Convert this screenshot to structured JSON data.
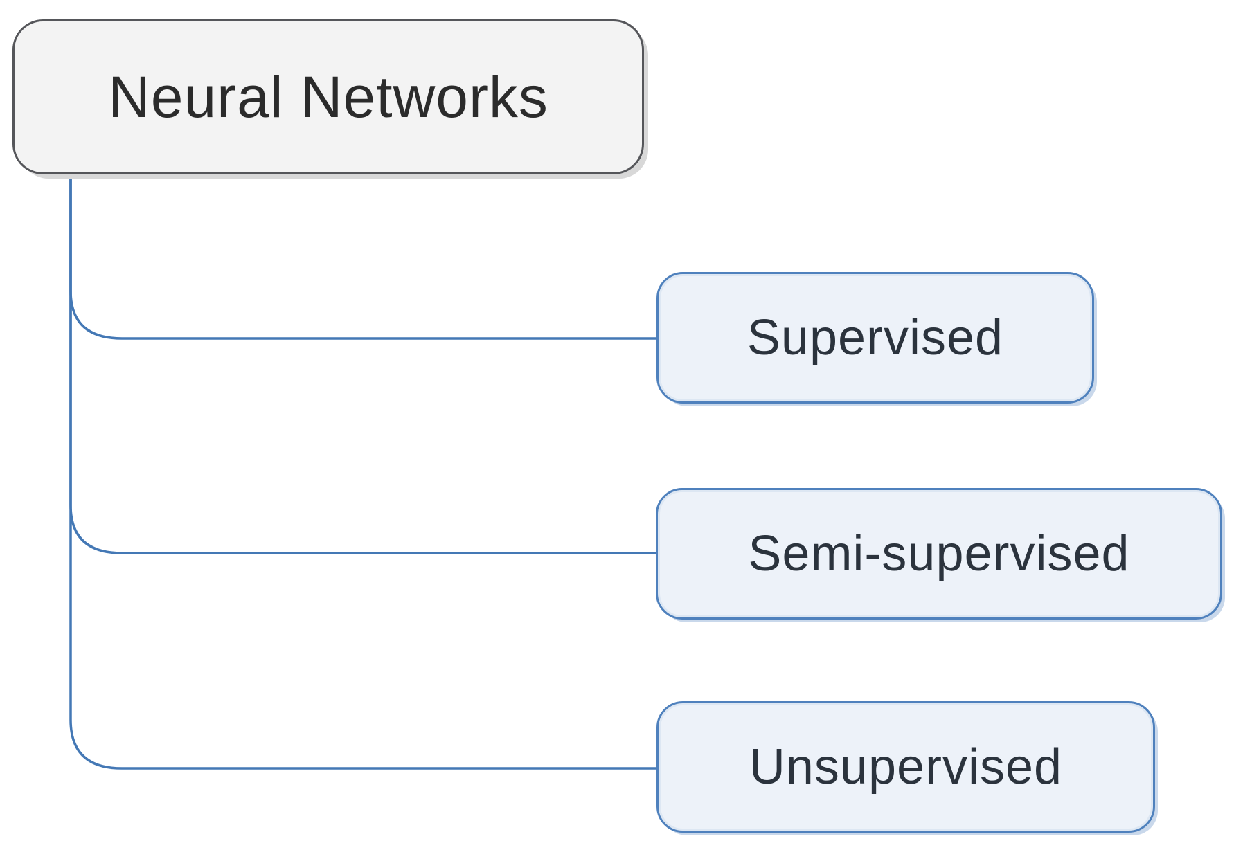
{
  "diagram": {
    "type": "hierarchy",
    "root": {
      "label": "Neural Networks"
    },
    "children": [
      {
        "label": "Supervised"
      },
      {
        "label": "Semi-supervised"
      },
      {
        "label": "Unsupervised"
      }
    ]
  },
  "colors": {
    "root_fill": "#f3f3f3",
    "root_border": "#55565a",
    "root_text": "#2b2b2b",
    "child_fill": "#edf2f9",
    "child_border": "#4f81bd",
    "child_text": "#2b333d",
    "connector": "#4478b5"
  }
}
